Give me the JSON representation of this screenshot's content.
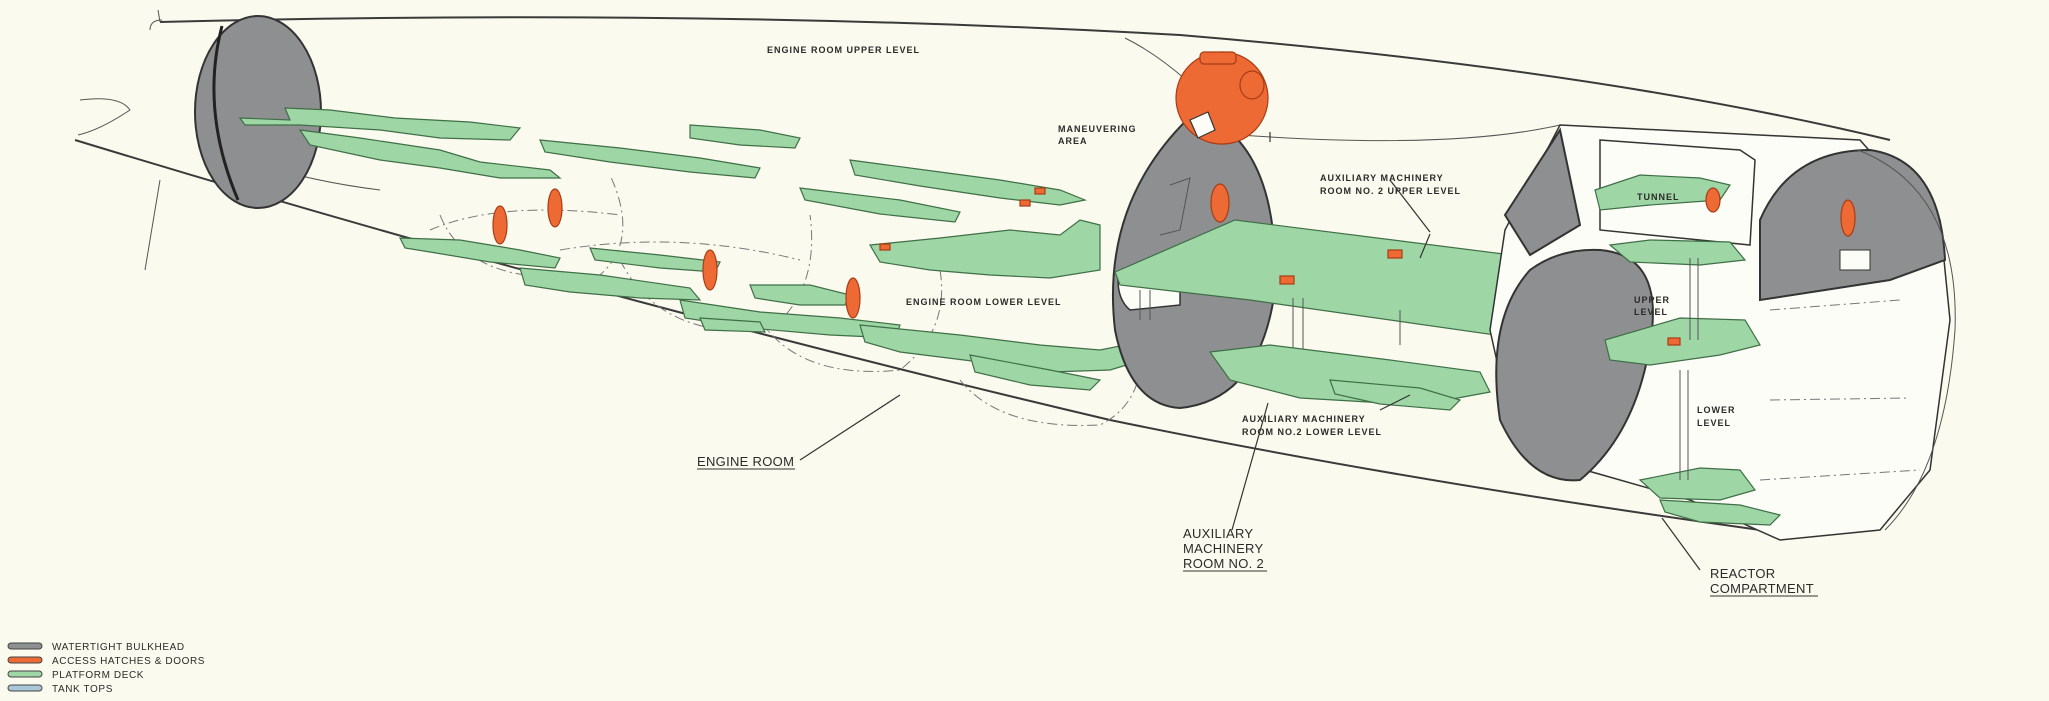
{
  "labels": {
    "engine_room_upper_level": "ENGINE ROOM UPPER LEVEL",
    "maneuvering_area_1": "MANEUVERING",
    "maneuvering_area_2": "AREA",
    "aux_upper_1": "AUXILIARY MACHINERY",
    "aux_upper_2": "ROOM NO. 2  UPPER LEVEL",
    "tunnel": "TUNNEL",
    "engine_room_lower_level": "ENGINE ROOM LOWER LEVEL",
    "upper_level_1": "UPPER",
    "upper_level_2": "LEVEL",
    "lower_level_1": "LOWER",
    "lower_level_2": "LEVEL",
    "aux_lower_1": "AUXILIARY MACHINERY",
    "aux_lower_2": "ROOM NO.2 LOWER LEVEL",
    "engine_room": "ENGINE ROOM",
    "aux_room_1": "AUXILIARY",
    "aux_room_2": "MACHINERY",
    "aux_room_3": "ROOM NO. 2",
    "reactor_1": "REACTOR",
    "reactor_2": "COMPARTMENT"
  },
  "legend": [
    {
      "label": "WATERTIGHT BULKHEAD",
      "color": "#8d8f90"
    },
    {
      "label": "ACCESS HATCHES & DOORS",
      "color": "#ee6a35"
    },
    {
      "label": "PLATFORM DECK",
      "color": "#9fd6a6"
    },
    {
      "label": "TANK TOPS",
      "color": "#a9c7d6"
    }
  ]
}
